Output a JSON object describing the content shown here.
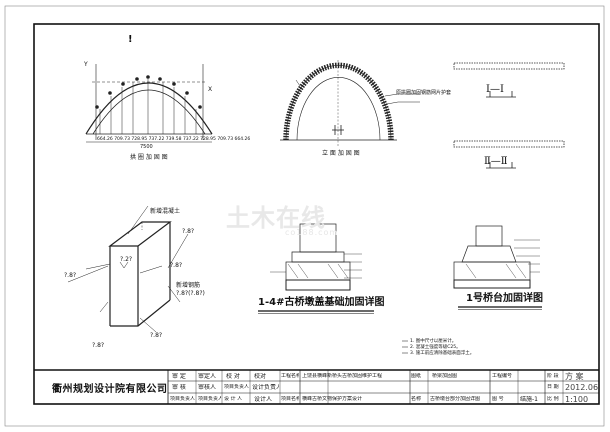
{
  "watermark": {
    "name": "土木在线",
    "domain": "co188.com"
  },
  "drawings": {
    "arch_elevation": {
      "mark": "!",
      "left_label": "Y",
      "right_label": "X",
      "dim_values": [
        "664.26",
        "709.73",
        "728.95",
        "737.22",
        "739.58",
        "737.22",
        "728.95",
        "709.73",
        "664.26"
      ],
      "total_dim": "7500",
      "caption": "拱 圈 加 固 图"
    },
    "arch_section": {
      "callout": "原拱圈加固钢筋网片护套",
      "caption": "立 面 加 固 图"
    },
    "section_marks": {
      "one": "Ⅰ—Ⅰ",
      "two": "Ⅱ—Ⅱ"
    },
    "prism": {
      "top_label": "新增混凝土",
      "left_label": "?.8?",
      "center_label": "?.2?",
      "right_label_1": "?.8?",
      "right_label_2": "?.8?",
      "hatch_label_1": "新增钢筋",
      "hatch_label_2": "?.8?(?.8?)",
      "bottom_left": "?.8?",
      "bottom_right": "?.8?"
    },
    "pier_detail": {
      "title": "1-4#古桥墩盖基础加固详图",
      "notes": [
        "1. 图中尺寸以厘米计。",
        "2. 混凝土强度等级C25。",
        "3. 施工前应清除基础表面浮土。"
      ]
    },
    "abutment_detail": {
      "title": "1号桥台加固详图"
    }
  },
  "title_block": {
    "company": "衢州规划设计院有限公司",
    "rows": [
      [
        "审 定",
        "审定人",
        "校 对",
        "校对",
        "工程名称",
        "上饶县横峰新桥头古桥加固维护工程",
        "图纸",
        "桥梁加固图",
        "工程编号",
        "",
        "阶 段",
        "方 案"
      ],
      [
        "审 核",
        "审核人",
        "项目负责人",
        "设计负责人",
        "",
        "",
        "",
        "",
        "",
        "",
        "日 期",
        "2012.06"
      ],
      [
        "项目负责人",
        "项目负责人",
        "设 计 人",
        "设计人",
        "项目名称",
        "横峰古桥文物保护方案设计",
        "名称",
        "古桥墩台部分加固详图",
        "图 号",
        "结施-1",
        "比 例",
        "1:100"
      ]
    ]
  }
}
